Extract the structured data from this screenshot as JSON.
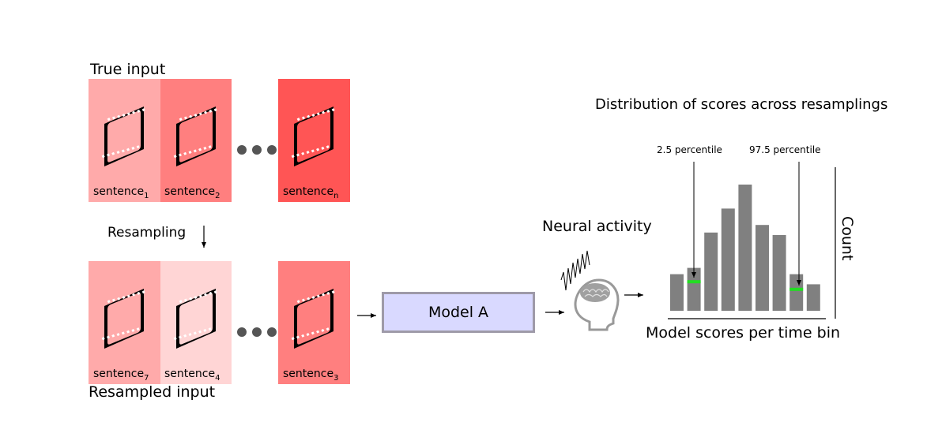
{
  "true_input": {
    "label": "True input",
    "sentences": [
      {
        "base": "sentence",
        "sub": "1",
        "color": "#ffaaaa"
      },
      {
        "base": "sentence",
        "sub": "2",
        "color": "#ff7f7f"
      },
      {
        "base": "sentence",
        "sub": "n",
        "color": "#ff5555"
      }
    ]
  },
  "resampling_label": "Resampling",
  "resampled_input": {
    "label": "Resampled input",
    "sentences": [
      {
        "base": "sentence",
        "sub": "7",
        "color": "#ffaaaa"
      },
      {
        "base": "sentence",
        "sub": "4",
        "color": "#ffd5d5"
      },
      {
        "base": "sentence",
        "sub": "3",
        "color": "#ff7f7f"
      }
    ]
  },
  "model": {
    "label": "Model A",
    "fill": "#d9d9ff",
    "border": "#9e9aa8"
  },
  "neural_activity_label": "Neural activity",
  "distribution": {
    "title": "Distribution of scores across resamplings",
    "lower_percentile_label": "2.5 percentile",
    "upper_percentile_label": "97.5 percentile",
    "xlabel": "Model scores per time bin",
    "ylabel": "Count",
    "bar_color": "#808080",
    "marker_color": "#22dd22",
    "relative_counts": [
      0.29,
      0.34,
      0.62,
      0.81,
      1.0,
      0.68,
      0.6,
      0.29,
      0.21
    ],
    "marker_bins": [
      1,
      7
    ],
    "marker_levels": [
      0.23,
      0.17
    ]
  }
}
